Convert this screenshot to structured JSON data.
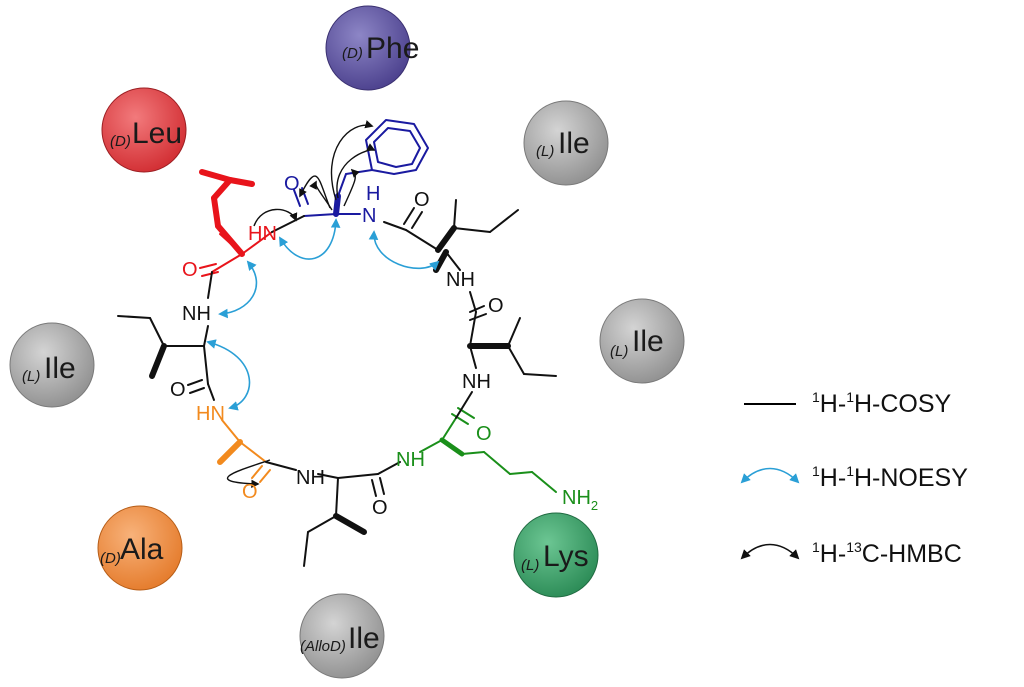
{
  "residues": [
    {
      "id": "d-phe",
      "config": "(D)",
      "name": "Phe",
      "color": "#5b4f9e"
    },
    {
      "id": "l-ile-1",
      "config": "(L)",
      "name": "Ile",
      "color": "#a8a8a8"
    },
    {
      "id": "l-ile-2",
      "config": "(L)",
      "name": "Ile",
      "color": "#a8a8a8"
    },
    {
      "id": "l-lys",
      "config": "(L)",
      "name": "Lys",
      "color": "#3aa36a"
    },
    {
      "id": "allod-ile",
      "config": "(AlloD)",
      "name": "Ile",
      "color": "#a8a8a8"
    },
    {
      "id": "d-ala",
      "config": "(D)",
      "name": "Ala",
      "color": "#f08a3c"
    },
    {
      "id": "l-ile-3",
      "config": "(L)",
      "name": "Ile",
      "color": "#a8a8a8"
    },
    {
      "id": "d-leu",
      "config": "(D)",
      "name": "Leu",
      "color": "#e0393e"
    }
  ],
  "atoms": {
    "hn_leu": "HN",
    "o_leu": "O",
    "nh_ile3": "NH",
    "o_ile3": "O",
    "hn_ala": "HN",
    "o_ala": "O",
    "nh_allo": "NH",
    "o_allo": "O",
    "nh_lys": "NH",
    "o_lys": "O",
    "nh2_lys": "NH",
    "nh2_sub": "2",
    "nh_ile2": "NH",
    "o_ile2": "O",
    "nh_ile1": "NH",
    "o_ile1": "O",
    "o_phe": "O",
    "h_phe": "H",
    "n_phe": "N"
  },
  "legend": [
    {
      "id": "cosy",
      "pre": "H-",
      "sup1": "1",
      "sup2": "1",
      "post": "H-COSY",
      "color": "#000000"
    },
    {
      "id": "noesy",
      "pre": "H-",
      "sup1": "1",
      "sup2": "1",
      "post": "H-NOESY",
      "color": "#2a9fd6"
    },
    {
      "id": "hmbc",
      "pre": "H-",
      "sup1": "1",
      "sup2": "13",
      "post": "C-HMBC",
      "color": "#000000"
    }
  ]
}
